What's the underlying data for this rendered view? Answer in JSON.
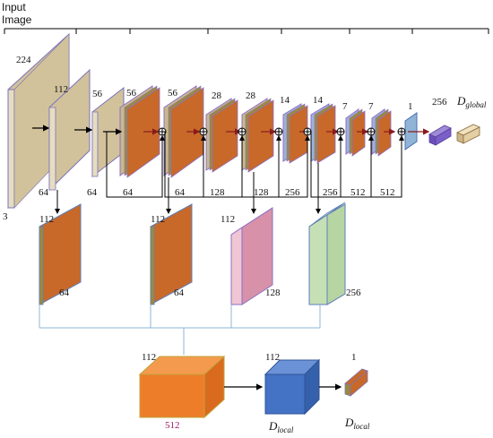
{
  "title": {
    "line1": "Input",
    "line2": "Image"
  },
  "labels": {
    "input_top": "224",
    "input_depth": "3",
    "b1_top": "112",
    "b1_ch": "64",
    "b2_top": "56",
    "b2_ch": "64",
    "b3_top": "56",
    "b3_ch": "64",
    "b4_top": "56",
    "b4_ch": "64",
    "b5_top": "28",
    "b5_ch": "128",
    "b6_top": "28",
    "b6_ch": "128",
    "b7_top": "14",
    "b7_ch": "256",
    "b8_top": "14",
    "b8_ch": "256",
    "b9_top": "7",
    "b9_ch": "512",
    "b10_top": "7",
    "b10_ch": "512",
    "b11_top": "1",
    "fc_top": "256",
    "side1_top": "112",
    "side1_ch": "64",
    "side2_top": "112",
    "side2_ch": "64",
    "side3_top": "112",
    "side3_ch": "128",
    "side4_ch": "256",
    "concat_top": "112",
    "concat_ch": "512",
    "dlocal_top": "112",
    "out_top": "1"
  },
  "outputs": {
    "global_base": "D",
    "global_sub": "global",
    "local_base": "D",
    "local_sub": "local",
    "local2_base": "D",
    "local2_sub": "local"
  },
  "colors": {
    "tan": "#d2c29b",
    "tan_side": "#c9b88c",
    "orange_face": "#c8692a",
    "orange_alt": "#9c8a3c",
    "purple_edge": "#8c6fc4",
    "pink": "#d791a8",
    "light_green": "#c6e0b6",
    "orange_big": "#ee7d2a",
    "blue": "#4472c4",
    "line_blue": "#8fb4d6",
    "arrow": "#8b1a1a"
  }
}
